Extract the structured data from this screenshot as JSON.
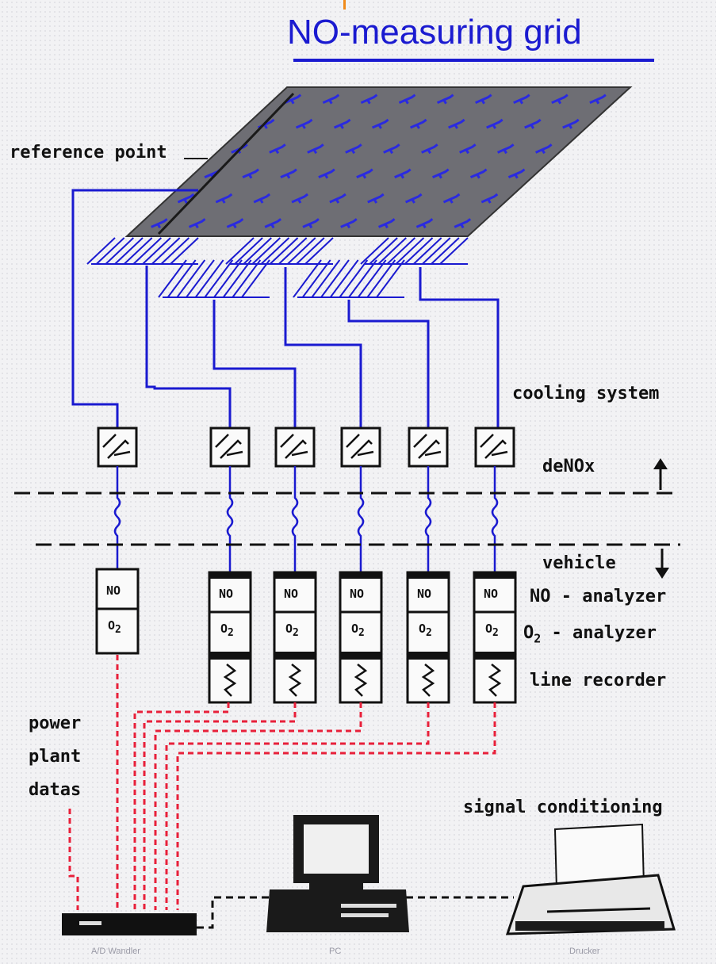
{
  "title": "NO-measuring grid",
  "labels": {
    "reference_point": "reference point",
    "cooling_system": "cooling system",
    "denox": "deNOx",
    "vehicle": "vehicle",
    "no_analyzer": "NO - analyzer",
    "o2_analyzer_prefix": "O",
    "o2_analyzer_sub": "2",
    "o2_analyzer_suffix": " - analyzer",
    "line_recorder": "line recorder",
    "power": "power",
    "plant": "plant",
    "datas": "datas",
    "signal_conditioning": "signal conditioning"
  },
  "analyzer_box": {
    "no_text": "NO",
    "o2_text": "O",
    "o2_sub": "2"
  },
  "device_captions": {
    "left": "A/D Wandler",
    "middle": "PC",
    "right": "Drucker"
  },
  "colors": {
    "probe_lines": "#1a1ad0",
    "signal_lines": "#e8203a",
    "data_lines": "#111111",
    "grid_plate": "#6e6e74",
    "title": "#1a1ad0"
  }
}
